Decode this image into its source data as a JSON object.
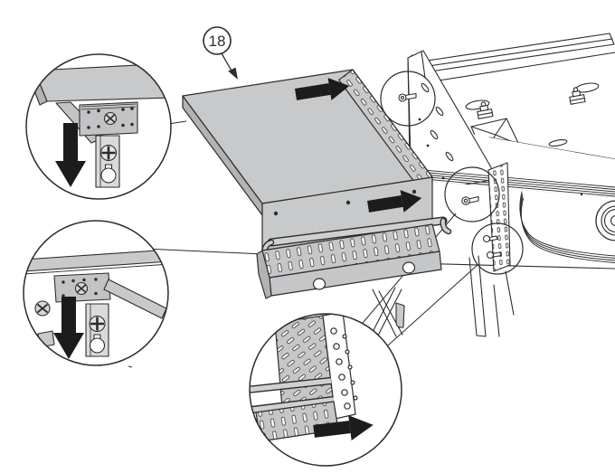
{
  "diagram": {
    "kind": "grill-assembly-step-illustration",
    "background": "#ffffff",
    "step_part_label": "18"
  },
  "balloon": {
    "label": "18"
  },
  "colors": {
    "line": "#2d2d2d",
    "shelf_fill": "#c8c9ca",
    "shelf_edge_fill": "#b2b3b5",
    "plate_fill": "#c2c3c5",
    "tray_fill": "#c5c6c8",
    "tab_fill": "#d9dadb",
    "bar_fill": "#cfd0d2",
    "arrow_fill": "#1c1c1c",
    "white": "#ffffff"
  },
  "arrows": {
    "shelf_top": {
      "name": "slide-right-arrow-top",
      "direction": "right"
    },
    "shelf_front": {
      "name": "slide-right-arrow-front",
      "direction": "right"
    },
    "callout_top_left": {
      "name": "hook-down-arrow-upper",
      "direction": "down"
    },
    "callout_mid_left": {
      "name": "hook-down-arrow-lower",
      "direction": "down"
    },
    "callout_bottom": {
      "name": "slide-right-arrow-detail",
      "direction": "right"
    }
  },
  "callouts": {
    "top_left": {
      "shows": "shelf-corner-bracket-with-keyhole-slot"
    },
    "mid_left": {
      "shows": "shelf-underside-bracket-with-keyhole-slot"
    },
    "bottom": {
      "shows": "perforated-side-panel-engaging-studs"
    },
    "stud_highlights": [
      "upper-shoulder-screw",
      "middle-shoulder-screw",
      "lower-shoulder-screws"
    ]
  }
}
